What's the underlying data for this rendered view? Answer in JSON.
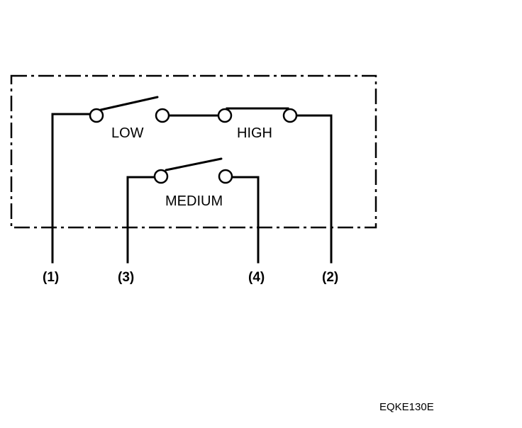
{
  "switch_labels": {
    "low": "LOW",
    "high": "HIGH",
    "medium": "MEDIUM"
  },
  "pin_labels": {
    "pin1": "(1)",
    "pin3": "(3)",
    "pin4": "(4)",
    "pin2": "(2)"
  },
  "figure_code": "EQKE130E"
}
